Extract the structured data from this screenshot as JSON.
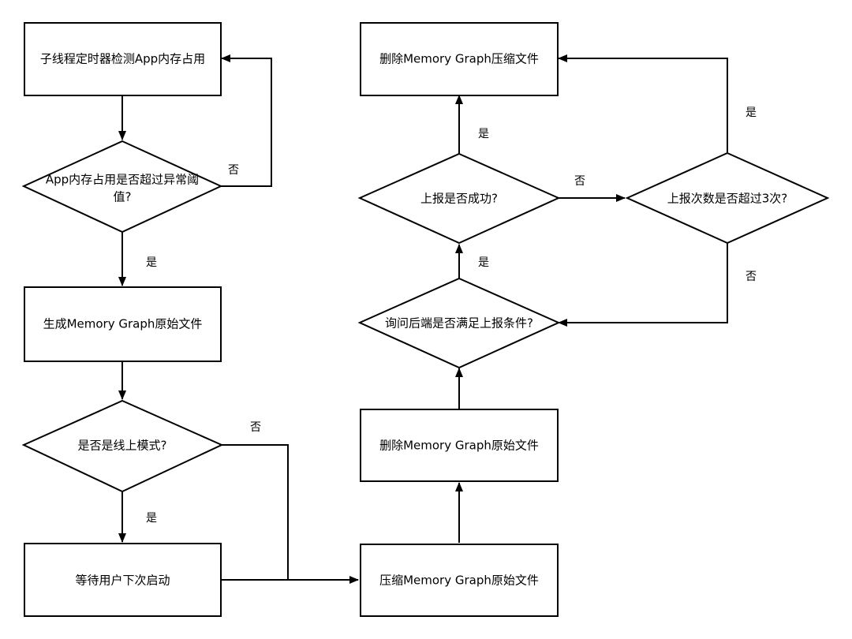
{
  "nodes": {
    "timer_check": "子线程定时器检测App内存占用",
    "threshold_q": [
      "App内存占用是否超过异常阈",
      "值?"
    ],
    "gen_graph": "生成Memory Graph原始文件",
    "online_q": "是否是线上模式?",
    "wait_start": "等待用户下次启动",
    "compress": "压缩Memory Graph原始文件",
    "delete_raw": "删除Memory Graph原始文件",
    "ask_backend_q": "询问后端是否满足上报条件?",
    "upload_q": "上报是否成功?",
    "retry_q": "上报次数是否超过3次?",
    "delete_zip": "删除Memory Graph压缩文件"
  },
  "edge_labels": {
    "threshold_no": "否",
    "threshold_yes": "是",
    "online_no": "否",
    "online_yes": "是",
    "ask_yes": "是",
    "upload_yes": "是",
    "upload_no": "否",
    "retry_yes": "是",
    "retry_no": "否"
  }
}
